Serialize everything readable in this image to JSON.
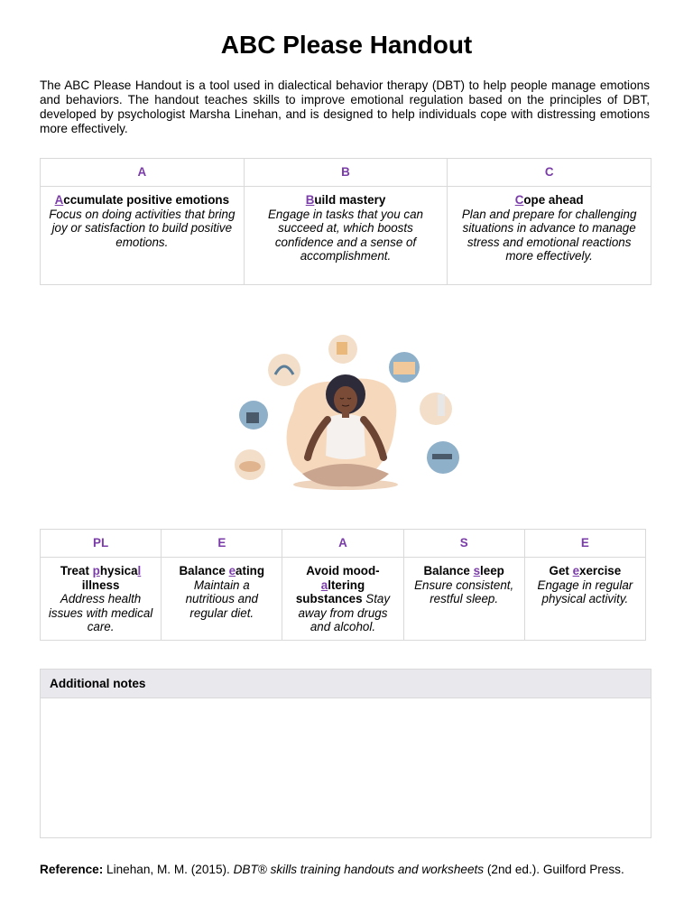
{
  "title": "ABC Please Handout",
  "intro": "The ABC Please Handout is a tool used in dialectical behavior therapy (DBT) to help people manage emotions and behaviors. The handout teaches skills to improve emotional regulation based on the principles of DBT, developed by psychologist Marsha Linehan, and is designed to help individuals cope with distressing emotions more effectively.",
  "abc_table": {
    "headers": [
      "A",
      "B",
      "C"
    ],
    "cells": [
      {
        "letter": "A",
        "rest": "ccumulate positive emotions",
        "desc": "Focus on doing activities that bring joy or satisfaction to build positive emotions."
      },
      {
        "letter": "B",
        "rest": "uild mastery",
        "desc": "Engage in tasks that you can succeed at, which boosts confidence and a sense of accomplishment."
      },
      {
        "letter": "C",
        "rest": "ope ahead",
        "desc": "Plan and prepare for challenging situations in advance to manage stress and emotional reactions more effectively."
      }
    ]
  },
  "please_table": {
    "headers": [
      "PL",
      "E",
      "A",
      "S",
      "E"
    ],
    "cells": [
      {
        "pre": "Treat ",
        "u1": "p",
        "mid": "hysica",
        "u2": "l",
        "post": " illness",
        "desc": "Address health issues with medical care."
      },
      {
        "pre": "Balance ",
        "u1": "e",
        "post": "ating",
        "desc": "Maintain a nutritious and regular diet."
      },
      {
        "pre": "Avoid mood-",
        "u1": "a",
        "post": "ltering substances",
        "desc": " Stay away from drugs and alcohol."
      },
      {
        "pre": "Balance ",
        "u1": "s",
        "post": "leep",
        "desc": "Ensure consistent, restful sleep."
      },
      {
        "pre": "Get ",
        "u1": "e",
        "post": "xercise",
        "desc": "Engage in regular physical activity."
      }
    ]
  },
  "notes": {
    "heading": "Additional notes"
  },
  "reference": {
    "label": "Reference:",
    "authors": " Linehan, M. M. (2015). ",
    "work": "DBT® skills training handouts and worksheets",
    "rest": " (2nd ed.). Guilford Press."
  },
  "colors": {
    "accent": "#7a3ca8",
    "border": "#d9d9d9",
    "notes_header_bg": "#e8e8ed"
  }
}
